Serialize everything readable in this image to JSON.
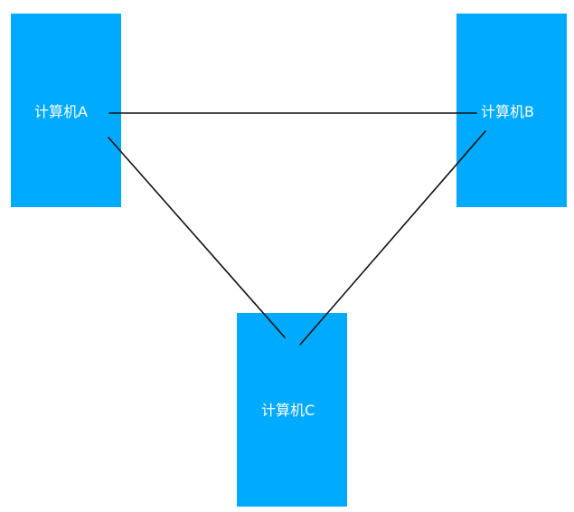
{
  "diagram": {
    "nodes": [
      {
        "id": "a",
        "label": "计算机A"
      },
      {
        "id": "b",
        "label": "计算机B"
      },
      {
        "id": "c",
        "label": "计算机C"
      }
    ],
    "edges": [
      {
        "from": "a",
        "to": "b"
      },
      {
        "from": "a",
        "to": "c"
      },
      {
        "from": "b",
        "to": "c"
      }
    ],
    "colors": {
      "node_fill": "#00AAFF",
      "node_text": "#FFFFFF",
      "edge_stroke": "#111111",
      "background": "#FFFFFF"
    }
  }
}
